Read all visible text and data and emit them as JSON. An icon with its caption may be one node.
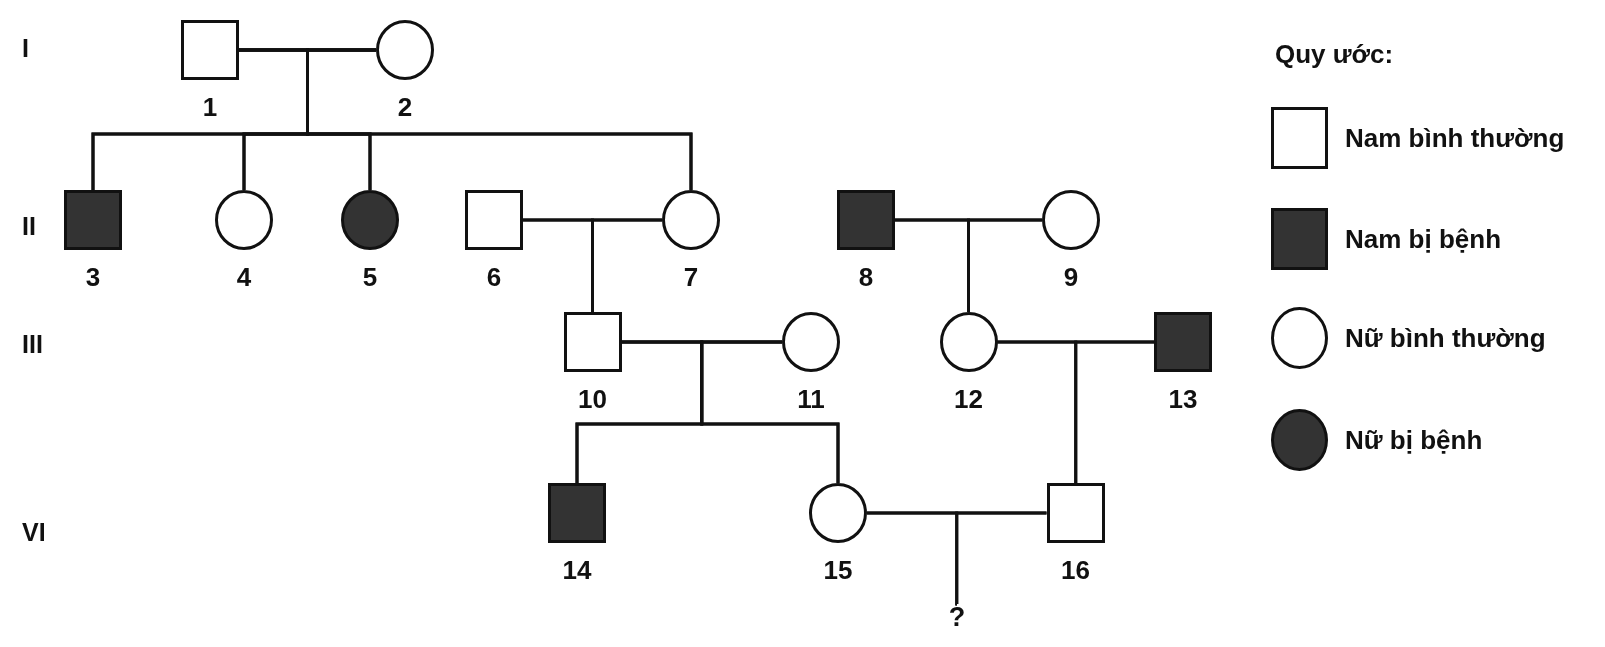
{
  "diagram": {
    "nodes": [
      {
        "text": [],
        "shape": "square",
        "beside": [
          "1"
        ]
      },
      {
        "text": [],
        "shape": "circle",
        "beside": [
          "2"
        ]
      },
      {
        "text": [],
        "shape": "square",
        "beside": [
          "3"
        ]
      },
      {
        "text": [],
        "shape": "circle",
        "beside": [
          "4"
        ]
      },
      {
        "text": [],
        "shape": "circle",
        "beside": [
          "5"
        ]
      },
      {
        "text": [],
        "shape": "square",
        "beside": [
          "6"
        ]
      },
      {
        "text": [],
        "shape": "circle",
        "beside": [
          "7"
        ]
      },
      {
        "text": [],
        "shape": "square",
        "beside": [
          "8"
        ]
      },
      {
        "text": [],
        "shape": "circle",
        "beside": [
          "9"
        ]
      },
      {
        "text": [],
        "shape": "square",
        "beside": [
          "10"
        ]
      },
      {
        "text": [],
        "shape": "circle",
        "beside": [
          "11"
        ]
      },
      {
        "text": [],
        "shape": "circle",
        "beside": [
          "12"
        ]
      },
      {
        "text": [],
        "shape": "square",
        "beside": [
          "13"
        ]
      },
      {
        "text": [],
        "shape": "square",
        "beside": [
          "14"
        ]
      },
      {
        "text": [],
        "shape": "circle",
        "beside": [
          "15"
        ]
      },
      {
        "text": [],
        "shape": "square",
        "beside": [
          "16"
        ]
      },
      {
        "text": [
          "?"
        ]
      }
    ],
    "edges": [
      {
        "from": 0,
        "to": 1,
        "arrow": "none"
      },
      {
        "from": 0,
        "to": 2,
        "arrow": "none"
      },
      {
        "from": 1,
        "to": 2,
        "arrow": "none"
      },
      {
        "from": 0,
        "to": 3,
        "arrow": "none"
      },
      {
        "from": 1,
        "to": 3,
        "arrow": "none"
      },
      {
        "from": 0,
        "to": 4,
        "arrow": "none"
      },
      {
        "from": 1,
        "to": 4,
        "arrow": "none"
      },
      {
        "from": 0,
        "to": 6,
        "arrow": "none"
      },
      {
        "from": 1,
        "to": 6,
        "arrow": "none"
      },
      {
        "from": 5,
        "to": 6,
        "arrow": "none"
      },
      {
        "from": 5,
        "to": 9,
        "arrow": "none"
      },
      {
        "from": 6,
        "to": 9,
        "arrow": "none"
      },
      {
        "from": 7,
        "to": 8,
        "arrow": "none"
      },
      {
        "from": 7,
        "to": 11,
        "arrow": "none"
      },
      {
        "from": 8,
        "to": 11,
        "arrow": "none"
      },
      {
        "from": 9,
        "to": 10,
        "arrow": "none"
      },
      {
        "from": 9,
        "to": 13,
        "arrow": "none"
      },
      {
        "from": 10,
        "to": 13,
        "arrow": "none"
      },
      {
        "from": 9,
        "to": 14,
        "arrow": "none"
      },
      {
        "from": 10,
        "to": 14,
        "arrow": "none"
      },
      {
        "from": 11,
        "to": 12,
        "arrow": "none"
      },
      {
        "from": 11,
        "to": 15,
        "arrow": "none"
      },
      {
        "from": 12,
        "to": 15,
        "arrow": "none"
      },
      {
        "from": 14,
        "to": 15,
        "arrow": "none"
      },
      {
        "from": 14,
        "to": 16,
        "arrow": "none"
      },
      {
        "from": 15,
        "to": 16,
        "arrow": "none"
      }
    ],
    "labels": [
      "I",
      "Quy ước:",
      "II",
      "III",
      "VI"
    ],
    "legend": [
      {
        "text": "Nam bình thường"
      },
      {
        "text": "Nam bị bệnh"
      },
      {
        "text": "Nữ bình thường"
      },
      {
        "text": "Nữ bị bệnh"
      }
    ]
  }
}
